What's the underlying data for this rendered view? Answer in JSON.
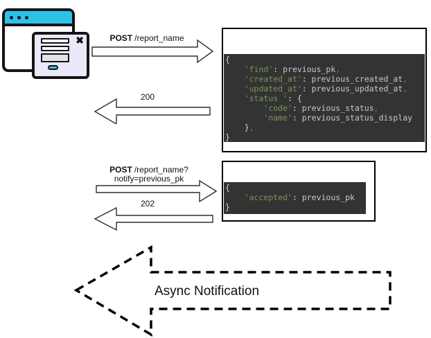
{
  "icon": {
    "name": "browser-windows-illustration",
    "close_glyph": "✖"
  },
  "flow": {
    "request1": {
      "method": "POST",
      "path": "/report_name"
    },
    "response1": {
      "code": "200"
    },
    "request2": {
      "method": "POST",
      "path": "/report_name?",
      "query": "notify=previous_pk"
    },
    "response2": {
      "code": "202"
    },
    "async_label": "Async Notification"
  },
  "code_block_1": {
    "lines": [
      [
        {
          "t": "{"
        }
      ],
      [
        {
          "t": "    "
        },
        {
          "t": "'find'",
          "c": "key"
        },
        {
          "t": ": "
        },
        {
          "t": "previous_pk",
          "c": "val"
        },
        {
          "t": ",",
          "c": "comma"
        }
      ],
      [
        {
          "t": "    "
        },
        {
          "t": "'created_at'",
          "c": "key"
        },
        {
          "t": ": "
        },
        {
          "t": "previous_created_at",
          "c": "val"
        },
        {
          "t": ",",
          "c": "comma"
        }
      ],
      [
        {
          "t": "    "
        },
        {
          "t": "'updated_at'",
          "c": "key"
        },
        {
          "t": ": "
        },
        {
          "t": "previous_updated_at",
          "c": "val"
        },
        {
          "t": ",",
          "c": "comma"
        }
      ],
      [
        {
          "t": "    "
        },
        {
          "t": "'status '",
          "c": "key"
        },
        {
          "t": ": {"
        }
      ],
      [
        {
          "t": "        "
        },
        {
          "t": "'code'",
          "c": "key"
        },
        {
          "t": ": "
        },
        {
          "t": "previous_status",
          "c": "val"
        },
        {
          "t": ",",
          "c": "comma"
        }
      ],
      [
        {
          "t": "        "
        },
        {
          "t": "'name'",
          "c": "key"
        },
        {
          "t": ": "
        },
        {
          "t": "previous_status_display",
          "c": "val"
        }
      ],
      [
        {
          "t": "    }"
        },
        {
          "t": ",",
          "c": "comma"
        }
      ],
      [
        {
          "t": "}"
        }
      ]
    ]
  },
  "code_block_2": {
    "lines": [
      [
        {
          "t": "{"
        }
      ],
      [
        {
          "t": "    "
        },
        {
          "t": "'accepted'",
          "c": "key"
        },
        {
          "t": ": "
        },
        {
          "t": "previous_pk",
          "c": "val"
        }
      ],
      [
        {
          "t": "}"
        }
      ]
    ]
  },
  "colors": {
    "accent_cyan": "#2cc2ea",
    "icon_lavender": "#eae9f9",
    "code_background": "#333333",
    "code_key_green": "#79955c",
    "code_comma_orange": "#be5f3c",
    "code_text_gray": "#c9c9c9"
  }
}
